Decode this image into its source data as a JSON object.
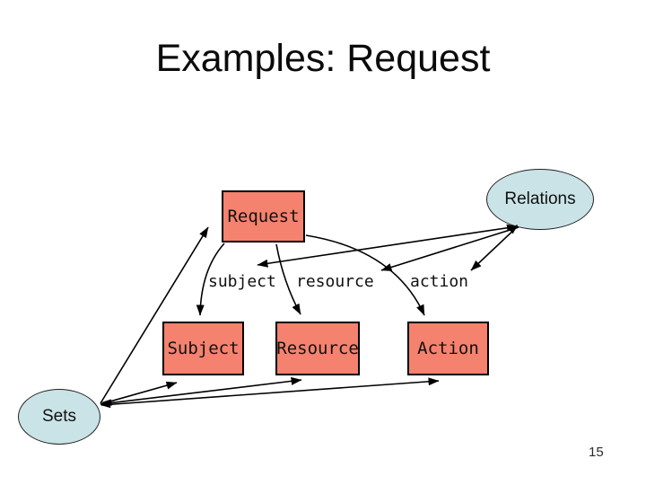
{
  "slide": {
    "title": "Examples: Request",
    "page_number": "15"
  },
  "nodes": {
    "request": "Request",
    "subject": "Subject",
    "resource": "Resource",
    "action": "Action"
  },
  "relation_labels": {
    "subject": "subject",
    "resource": "resource",
    "action": "action"
  },
  "annotations": {
    "relations": "Relations",
    "sets": "Sets"
  },
  "colors": {
    "node_fill": "#F4826E",
    "node_border": "#000000",
    "ellipse_fill": "#CAE3E7",
    "ellipse_border": "#222222",
    "arrow": "#000000"
  }
}
